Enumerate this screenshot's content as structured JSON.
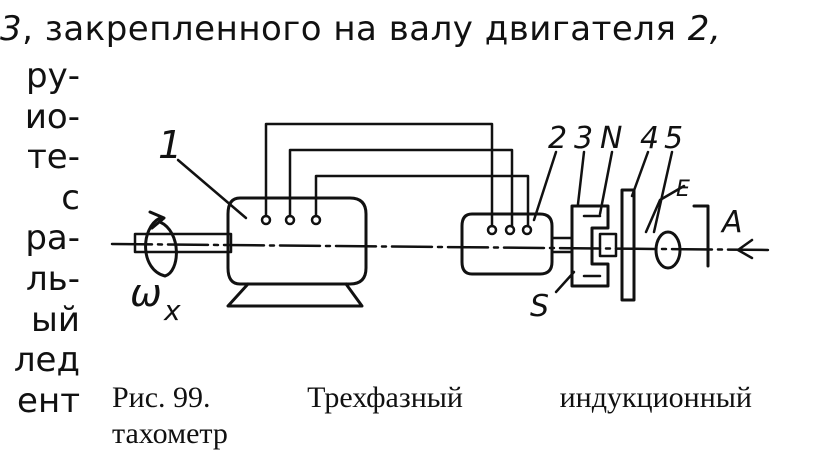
{
  "top_line": {
    "number": "3",
    "rest": ", закрепленного на валу двигателя",
    "number2": "2,"
  },
  "left_text": [
    "ру-",
    "ио-",
    "те-",
    "с",
    "ра-",
    "ль-",
    "ый",
    "лед",
    "ент"
  ],
  "figure": {
    "labels": {
      "motor": "1",
      "part2": "2",
      "part3": "3",
      "north": "N",
      "part4": "4",
      "part5": "5",
      "south": "S",
      "arrow_a": "A",
      "omega": "ω",
      "omega_sub": "x",
      "spring": "E"
    }
  },
  "caption": {
    "line1_a": "Рис. 99.",
    "line1_b": "Трехфазный",
    "line1_c": "индукционный",
    "line2": "тахометр"
  }
}
